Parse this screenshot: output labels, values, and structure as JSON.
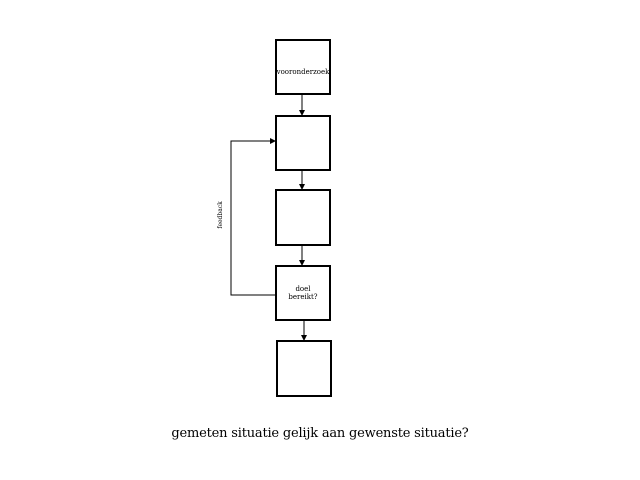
{
  "diagram": {
    "nodes": {
      "vooronderzoek": {
        "label": "vooronderzoek"
      },
      "stap2": {
        "label": ""
      },
      "stap3": {
        "label": ""
      },
      "doel_bereikt": {
        "label_line1": "doel",
        "label_line2": "bereikt?"
      },
      "stap5": {
        "label": ""
      }
    },
    "feedback_label": "feedback"
  },
  "caption": "gemeten situatie gelijk aan gewenste situatie?"
}
